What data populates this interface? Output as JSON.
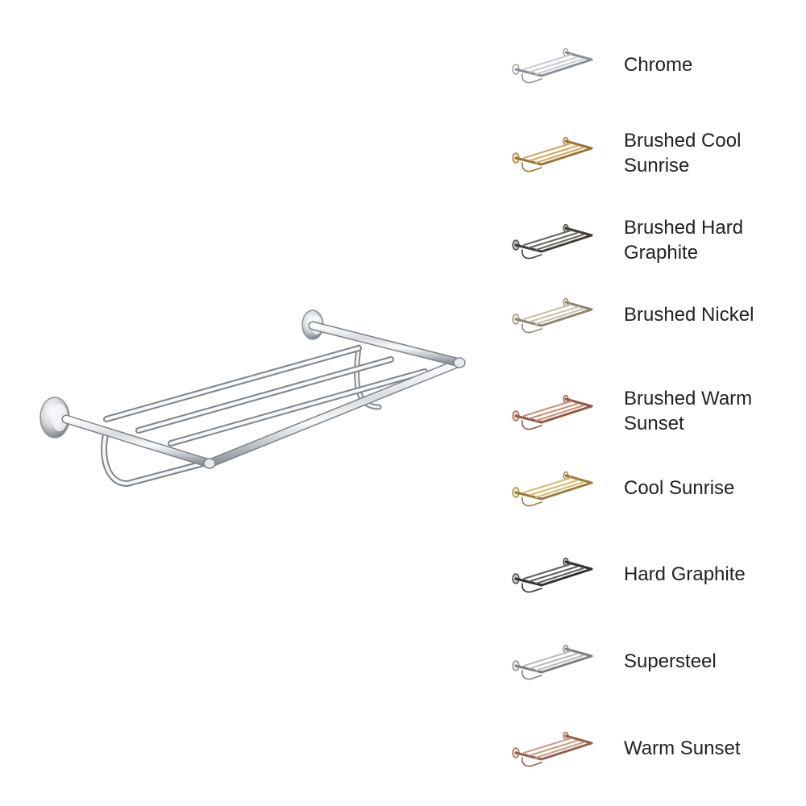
{
  "product": {
    "image_icon": "towel-shelf-rack-icon",
    "colors": {
      "chrome_light": "#f7f8fa",
      "chrome_mid": "#c8ccd2",
      "chrome_dark": "#6f747b"
    }
  },
  "finishes": [
    {
      "label": "Chrome",
      "icon": "towel-rack-chrome-icon",
      "color": "#c7ccd2",
      "dark": "#8a9097"
    },
    {
      "label": "Brushed Cool Sunrise",
      "icon": "towel-rack-brushed-cool-sunrise-icon",
      "color": "#d4a75f",
      "dark": "#9b7336"
    },
    {
      "label": "Brushed Hard Graphite",
      "icon": "towel-rack-brushed-hard-graphite-icon",
      "color": "#6b6762",
      "dark": "#403d39"
    },
    {
      "label": "Brushed Nickel",
      "icon": "towel-rack-brushed-nickel-icon",
      "color": "#c8c0aa",
      "dark": "#8c856f"
    },
    {
      "label": "Brushed Warm Sunset",
      "icon": "towel-rack-brushed-warm-sunset-icon",
      "color": "#c88c74",
      "dark": "#905947"
    },
    {
      "label": "Cool Sunrise",
      "icon": "towel-rack-cool-sunrise-icon",
      "color": "#d6ba73",
      "dark": "#9a7c3d"
    },
    {
      "label": "Hard Graphite",
      "icon": "towel-rack-hard-graphite-icon",
      "color": "#5f5f63",
      "dark": "#2f3034"
    },
    {
      "label": "Supersteel",
      "icon": "towel-rack-supersteel-icon",
      "color": "#b9bcbc",
      "dark": "#7b7f80"
    },
    {
      "label": "Warm Sunset",
      "icon": "towel-rack-warm-sunset-icon",
      "color": "#d09a83",
      "dark": "#93614f"
    }
  ]
}
